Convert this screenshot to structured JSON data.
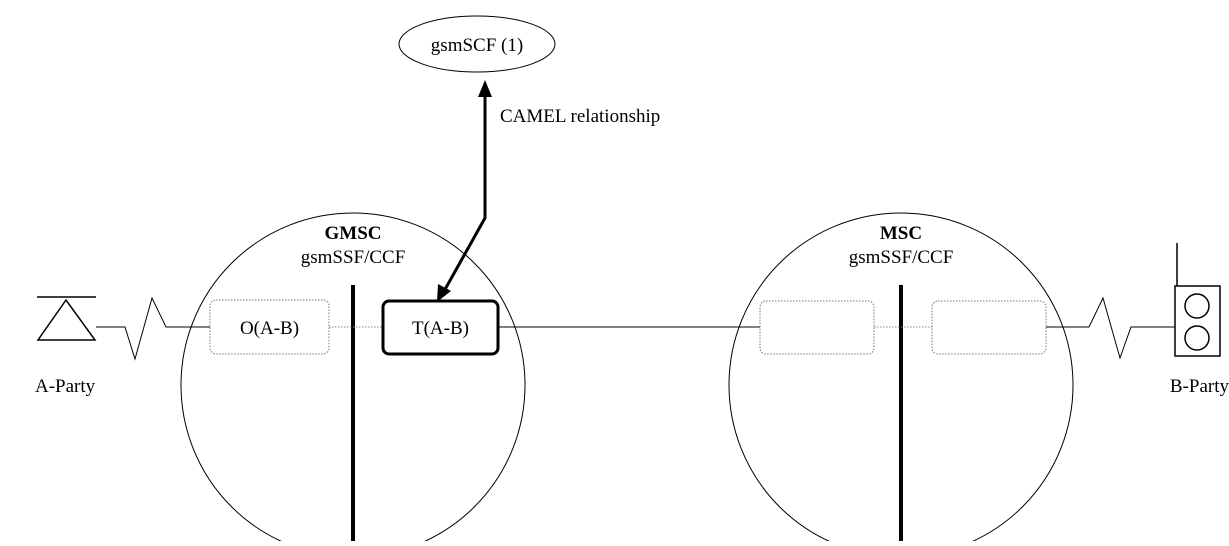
{
  "diagram": {
    "scf": {
      "label": "gsmSCF (1)"
    },
    "relationship": {
      "label": "CAMEL relationship"
    },
    "gmsc": {
      "title": "GMSC",
      "subtitle": "gsmSSF/CCF"
    },
    "msc": {
      "title": "MSC",
      "subtitle": "gsmSSF/CCF"
    },
    "o_bcsm": {
      "label": "O(A-B)"
    },
    "t_bcsm": {
      "label": "T(A-B)"
    },
    "a_party": {
      "label": "A-Party"
    },
    "b_party": {
      "label": "B-Party"
    }
  }
}
